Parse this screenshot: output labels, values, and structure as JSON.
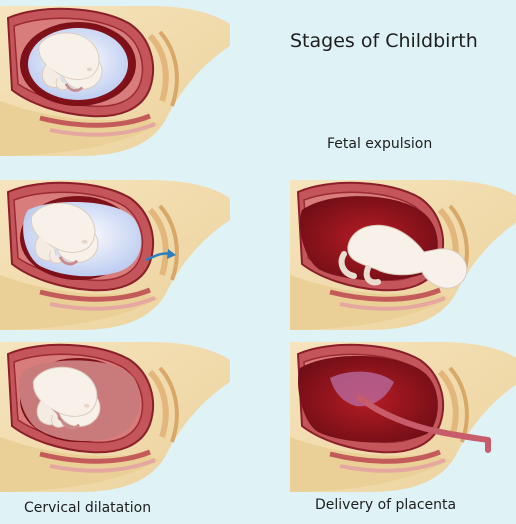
{
  "title": "Stages of Childbirth",
  "stages": [
    {
      "label": ""
    },
    {
      "label": ""
    },
    {
      "label": "Fetal expulsion"
    },
    {
      "label": "Cervical dilatation"
    },
    {
      "label": "Delivery of placenta"
    }
  ],
  "colors": {
    "background": "#dff3f7",
    "skin": "#f3dfb2",
    "uterus_wall": "#c04a4e",
    "uterus_dark": "#7a1420",
    "cavity": "#a5161f",
    "amniotic_fluid": "#c9d6f2",
    "fetus": "#f6f0ea",
    "arrow": "#2a7fc0"
  }
}
